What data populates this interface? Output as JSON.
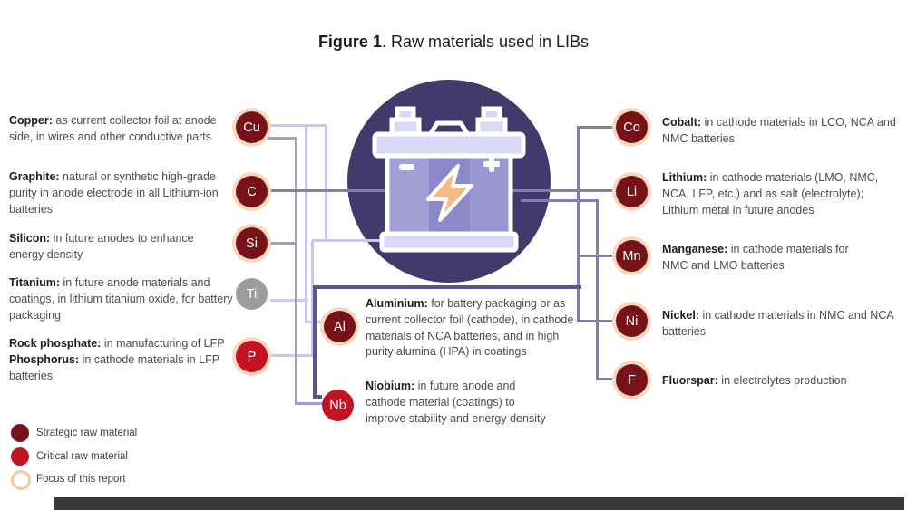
{
  "figure": {
    "label": "Figure 1",
    "title": ". Raw materials used in LIBs"
  },
  "materials": {
    "left": [
      {
        "symbol": "Cu",
        "name_label": "Copper:",
        "description": "as current collector foil at anode side, in wires and other conductive parts",
        "category": "strategic",
        "focus": true
      },
      {
        "symbol": "C",
        "name_label": "Graphite:",
        "description": "natural or synthetic high-grade purity in anode electrode in all Lithium-ion batteries",
        "category": "strategic",
        "focus": true
      },
      {
        "symbol": "Si",
        "name_label": "Silicon:",
        "description": "in future anodes to enhance energy density",
        "category": "strategic",
        "focus": true
      },
      {
        "symbol": "Ti",
        "name_label": "Titanium:",
        "description": "in future anode materials and coatings, in lithium titanium oxide, for battery packaging",
        "category": "other",
        "focus": false
      },
      {
        "symbol": "P",
        "name_label": "Rock phosphate:",
        "description": "in manufacturing of LFP",
        "name_label2": "Phosphorus:",
        "description2": "in cathode materials in LFP batteries",
        "category": "critical",
        "focus": true
      }
    ],
    "center": [
      {
        "symbol": "Al",
        "name_label": "Aluminium:",
        "description": "for battery packaging or as current collector foil (cathode), in cathode materials of NCA batteries, and in high purity alumina (HPA) in coatings",
        "category": "strategic",
        "focus": true
      },
      {
        "symbol": "Nb",
        "name_label": "Niobium:",
        "description": "in future anode and cathode material (coatings) to improve stability and energy density",
        "category": "critical",
        "focus": false
      }
    ],
    "right": [
      {
        "symbol": "Co",
        "name_label": "Cobalt:",
        "description": "in cathode materials in LCO, NCA and NMC batteries",
        "category": "strategic",
        "focus": true
      },
      {
        "symbol": "Li",
        "name_label": "Lithium:",
        "description": "in cathode materials (LMO, NMC, NCA, LFP, etc.) and as salt (electrolyte); Lithium metal in future anodes",
        "category": "strategic",
        "focus": true
      },
      {
        "symbol": "Mn",
        "name_label": "Manganese:",
        "description": "in cathode materials for NMC and LMO batteries",
        "category": "strategic",
        "focus": true
      },
      {
        "symbol": "Ni",
        "name_label": "Nickel:",
        "description": "in cathode materials in NMC and NCA batteries",
        "category": "strategic",
        "focus": true
      },
      {
        "symbol": "F",
        "name_label": "Fluorspar:",
        "description": "in electrolytes production",
        "category": "strategic",
        "focus": true
      }
    ]
  },
  "legend": {
    "items": [
      {
        "label": "Strategic raw material",
        "swatch": "#771318"
      },
      {
        "label": "Critical raw material",
        "swatch": "#c21325"
      },
      {
        "label": "Focus of this report",
        "swatch": "#f8d9bd"
      }
    ]
  },
  "colors": {
    "strategic": "#771318",
    "critical": "#c21325",
    "non_critical_gray": "#9c9c9c",
    "focus_ring": "#f8d9bd",
    "battery_circle": "#413a6b",
    "lightning_bolt": "#f7ba84",
    "connector_light": "#c9c7f1",
    "connector_dark": "#7f7cb7"
  }
}
